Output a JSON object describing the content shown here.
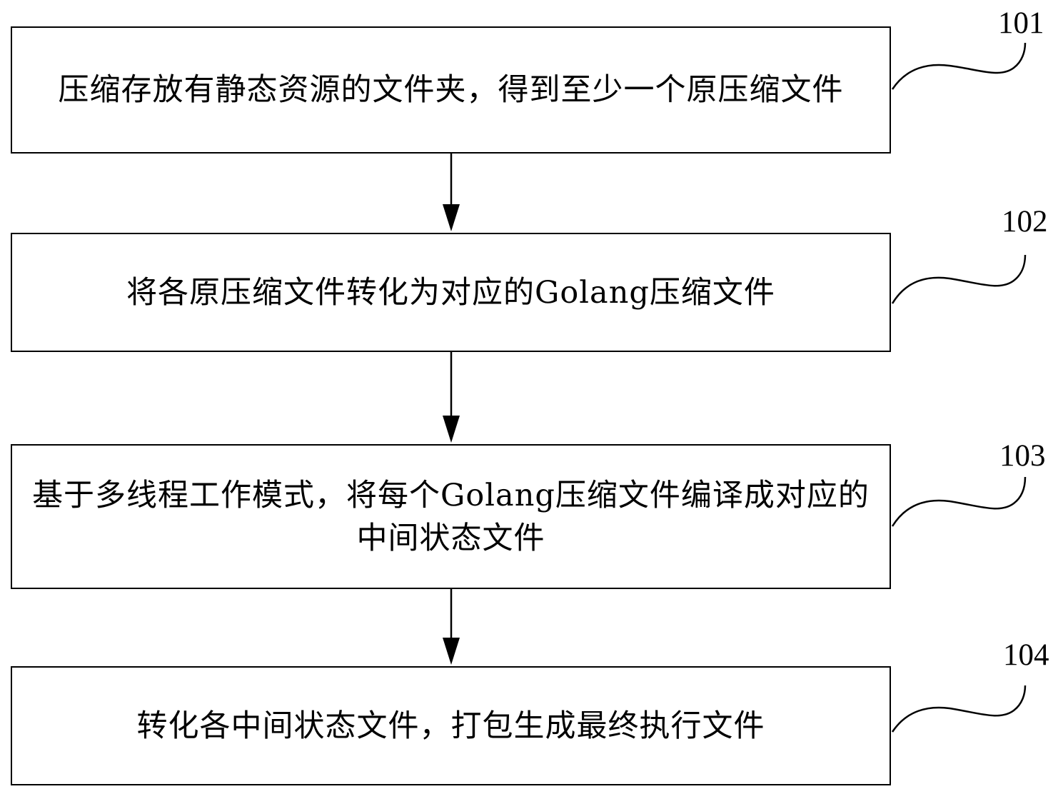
{
  "steps": [
    {
      "id": "101",
      "text": "压缩存放有静态资源的文件夹，得到至少一个原压缩文件"
    },
    {
      "id": "102",
      "text": "将各原压缩文件转化为对应的Golang压缩文件"
    },
    {
      "id": "103",
      "text": "基于多线程工作模式，将每个Golang压缩文件编译成对应的中间状态文件"
    },
    {
      "id": "104",
      "text": "转化各中间状态文件，打包生成最终执行文件"
    }
  ]
}
